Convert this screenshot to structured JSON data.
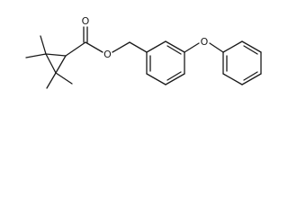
{
  "molecule": {
    "atoms": {
      "carbonyl_oxygen": "O",
      "ester_oxygen": "O",
      "ether_oxygen": "O"
    }
  },
  "colors": {
    "bond": "#1a1a1a",
    "background": "#ffffff"
  }
}
